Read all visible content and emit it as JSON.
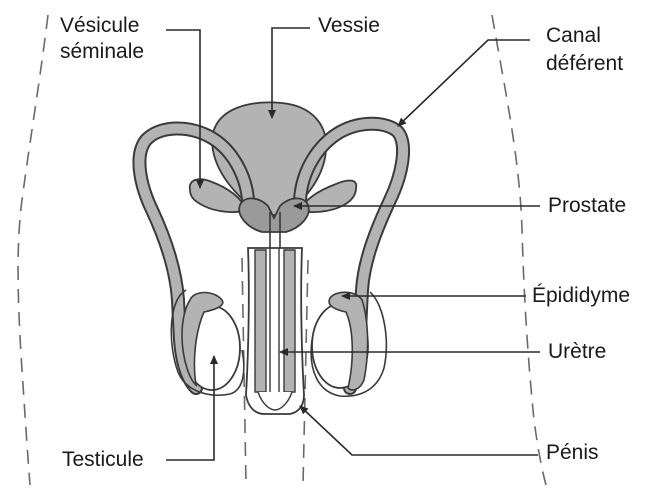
{
  "labels": {
    "vesicule_line1": "Vésicule",
    "vesicule_line2": "séminale",
    "vessie": "Vessie",
    "canal_line1": "Canal",
    "canal_line2": "déférent",
    "prostate": "Prostate",
    "epididyme": "Épididyme",
    "uretre": "Urètre",
    "penis": "Pénis",
    "testicule": "Testicule"
  },
  "colors": {
    "organ_fill": "#b3b3b3",
    "outline": "#3a3a3a",
    "leader": "#2a2a2a",
    "background": "#ffffff"
  }
}
